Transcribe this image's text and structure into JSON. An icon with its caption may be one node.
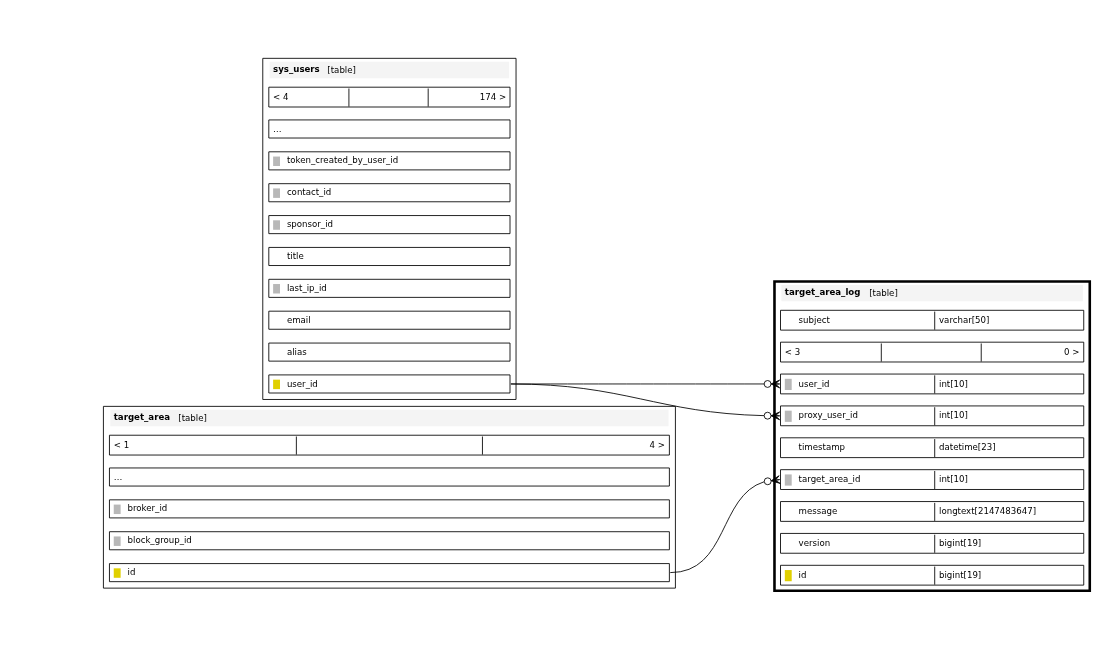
{
  "diagram": {
    "nodes": [
      {
        "text": [
          "target_area_log",
          "[table]"
        ]
      },
      {
        "text": [
          "id",
          "bigint[19]"
        ],
        "in": 0
      },
      {
        "text": [
          "version",
          "bigint[19]"
        ],
        "in": 0
      },
      {
        "text": [
          "message",
          "longtext[2147483647]"
        ],
        "in": 0
      },
      {
        "text": [
          "proxy_user_id",
          "int[10]"
        ],
        "in": 0
      },
      {
        "text": [
          "subject",
          "varchar[50]"
        ],
        "in": 0
      },
      {
        "text": [
          "target_area_id",
          "int[10]"
        ],
        "in": 0
      },
      {
        "text": [
          "timestamp",
          "datetime[23]"
        ],
        "in": 0
      },
      {
        "text": [
          "user_id",
          "int[10]"
        ],
        "in": 0
      },
      {
        "text": [
          "< 3",
          "0 >"
        ],
        "in": 0
      },
      {
        "text": [
          "sys_users",
          "[table]"
        ]
      },
      {
        "text": [
          "user_id"
        ],
        "in": 10
      },
      {
        "text": [
          "alias"
        ],
        "in": 10
      },
      {
        "text": [
          "email"
        ],
        "in": 10
      },
      {
        "text": [
          "last_ip_id"
        ],
        "in": 10
      },
      {
        "text": [
          "title"
        ],
        "in": 10
      },
      {
        "text": [
          "sponsor_id"
        ],
        "in": 10
      },
      {
        "text": [
          "contact_id"
        ],
        "in": 10
      },
      {
        "text": [
          "token_created_by_user_id"
        ],
        "in": 10
      },
      {
        "text": [
          "…"
        ],
        "in": 10
      },
      {
        "text": [
          "< 4",
          "174 >"
        ],
        "in": 10
      },
      {
        "text": [
          "target_area",
          "[table]"
        ]
      },
      {
        "text": [
          "id"
        ],
        "in": 21
      },
      {
        "text": [
          "block_group_id"
        ],
        "in": 21
      },
      {
        "text": [
          "broker_id"
        ],
        "in": 21
      },
      {
        "text": [
          "…"
        ],
        "in": 21
      },
      {
        "text": [
          "< 1",
          "4 >"
        ],
        "in": 21
      }
    ],
    "edges": [
      {
        "from": 11,
        "to": 4,
        "arrow": "other"
      },
      {
        "from": 11,
        "to": 8,
        "arrow": "other"
      },
      {
        "from": 22,
        "to": 6,
        "arrow": "other"
      }
    ]
  }
}
